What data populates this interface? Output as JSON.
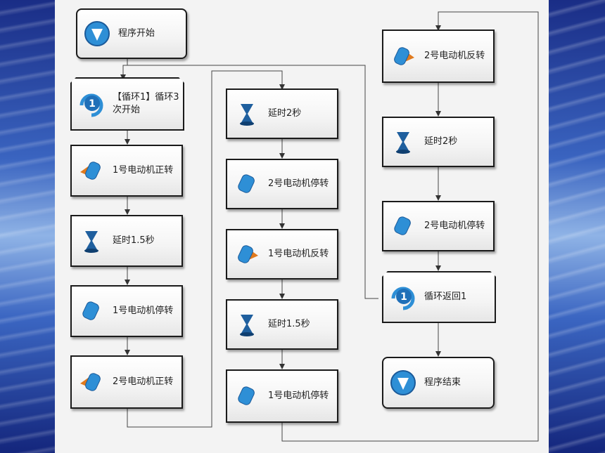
{
  "blocks": {
    "start": "程序开始",
    "loop_start": "【循环1】循环3次开始",
    "c1_motor1_fwd": "1号电动机正转",
    "c1_delay_15": "延时1.5秒",
    "c1_motor1_stop": "1号电动机停转",
    "c1_motor2_fwd": "2号电动机正转",
    "c2_delay_2": "延时2秒",
    "c2_motor2_stop": "2号电动机停转",
    "c2_motor1_rev": "1号电动机反转",
    "c2_delay_15": "延时1.5秒",
    "c2_motor1_stop": "1号电动机停转",
    "c3_motor2_rev": "2号电动机反转",
    "c3_delay_2": "延时2秒",
    "c3_motor2_stop": "2号电动机停转",
    "loop_return": "循环返回1",
    "end": "程序结束"
  },
  "icons": {
    "start": "down-arrow-circle-icon",
    "loop": "loop-one-icon",
    "motor_forward": "motor-forward-icon",
    "motor_reverse": "motor-reverse-icon",
    "motor_stop": "motor-stop-icon",
    "delay": "hourglass-icon",
    "end": "down-arrow-circle-icon"
  },
  "colors": {
    "icon_blue": "#2e8fd6",
    "icon_orange": "#e07a1e",
    "hourglass": "#1f5f9e",
    "wire": "#444444"
  }
}
